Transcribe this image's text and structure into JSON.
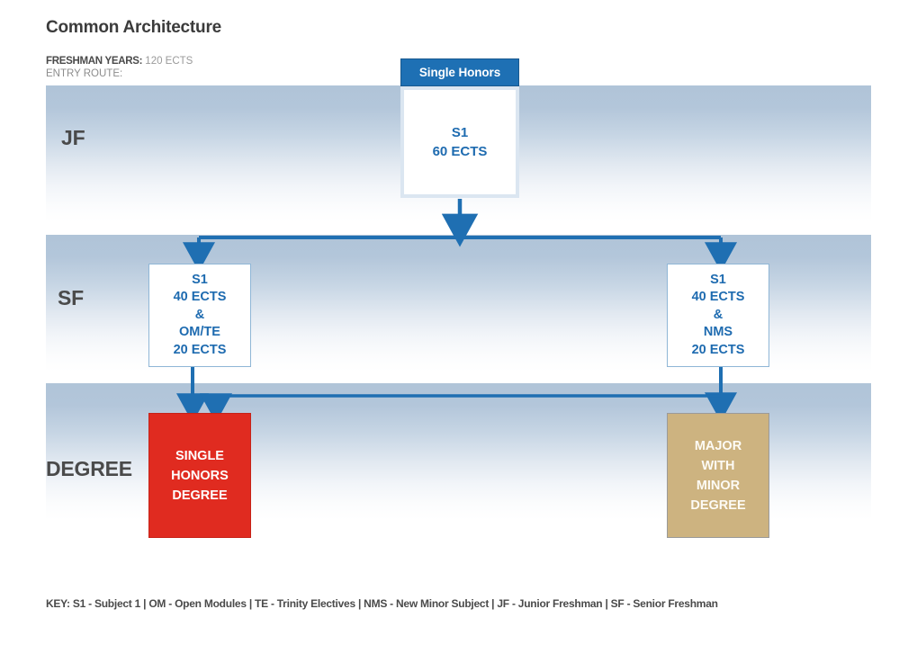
{
  "header": {
    "title": "Common Architecture",
    "freshman_label": "FRESHMAN YEARS:",
    "freshman_value": " 120 ECTS",
    "entry_route_label": "ENTRY ROUTE:"
  },
  "colors": {
    "header_blue": "#1e70b4",
    "text_blue": "#1e6bb0",
    "arrow_blue": "#1f6fb2",
    "band_top": "#b0c4d8",
    "single_honors_red": "#e02b20",
    "major_minor_tan": "#cdb380",
    "label_gray": "#4a4a4a"
  },
  "bands": [
    {
      "id": "jf",
      "label": "JF"
    },
    {
      "id": "sf",
      "label": "SF"
    },
    {
      "id": "degree",
      "label": "DEGREE"
    }
  ],
  "entry_route": {
    "header": "Single Honors",
    "lines": [
      "S1",
      "60 ECTS"
    ]
  },
  "sf_boxes": [
    {
      "id": "sf-left",
      "lines": [
        "S1",
        "40 ECTS",
        "&",
        "OM/TE",
        "20 ECTS"
      ]
    },
    {
      "id": "sf-right",
      "lines": [
        "S1",
        "40 ECTS",
        "&",
        "NMS",
        "20 ECTS"
      ]
    }
  ],
  "degree_boxes": [
    {
      "id": "degree-single",
      "lines": [
        "SINGLE",
        "HONORS",
        "DEGREE"
      ]
    },
    {
      "id": "degree-major",
      "lines": [
        "MAJOR",
        "WITH",
        "MINOR",
        "DEGREE"
      ]
    }
  ],
  "footer": {
    "key": "KEY: S1 - Subject 1 | OM - Open Modules | TE - Trinity Electives | NMS - New Minor Subject | JF - Junior Freshman | SF - Senior Freshman"
  }
}
